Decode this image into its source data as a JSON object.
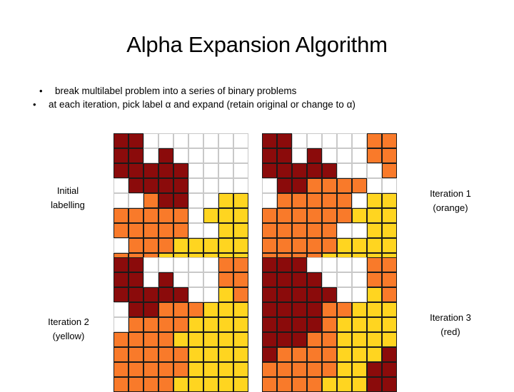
{
  "slide": {
    "title": "Alpha Expansion Algorithm",
    "bullets": [
      {
        "mark": "•",
        "text": "break multilabel problem into a series of binary problems"
      },
      {
        "mark": "•",
        "text": "at each iteration, pick label α and expand (retain original or change to α)"
      }
    ]
  },
  "palette": {
    "white": "#ffffff",
    "red": "#8B0B0B",
    "orange": "#F97A2A",
    "yellow": "#FFD520",
    "grid_line_empty": "#c9c9c9",
    "grid_line_filled": "#1a1a1a"
  },
  "legend": {
    "w": "white",
    "r": "red",
    "o": "orange",
    "y": "yellow"
  },
  "panels": [
    {
      "id": "initial",
      "label_main": "Initial",
      "label_sub": "labelling",
      "label_position": "left",
      "cell_size": 21,
      "cols": 9,
      "rows": 9,
      "cells": [
        [
          "r",
          "r",
          "w",
          "w",
          "w",
          "w",
          "w",
          "w",
          "w"
        ],
        [
          "r",
          "r",
          "w",
          "r",
          "w",
          "w",
          "w",
          "w",
          "w"
        ],
        [
          "r",
          "r",
          "r",
          "r",
          "r",
          "w",
          "w",
          "w",
          "w"
        ],
        [
          "w",
          "r",
          "r",
          "r",
          "r",
          "w",
          "w",
          "w",
          "w"
        ],
        [
          "w",
          "w",
          "o",
          "r",
          "r",
          "w",
          "w",
          "y",
          "y"
        ],
        [
          "o",
          "o",
          "o",
          "o",
          "o",
          "w",
          "y",
          "y",
          "y"
        ],
        [
          "o",
          "o",
          "o",
          "o",
          "o",
          "w",
          "w",
          "y",
          "y"
        ],
        [
          "w",
          "o",
          "o",
          "o",
          "y",
          "y",
          "y",
          "y",
          "y"
        ],
        [
          "o",
          "o",
          "o",
          "y",
          "y",
          "y",
          "y",
          "y",
          "y"
        ]
      ]
    },
    {
      "id": "iteration-1",
      "label_main": "Iteration 1",
      "label_sub": "(orange)",
      "label_position": "right",
      "cell_size": 21,
      "cols": 9,
      "rows": 9,
      "cells": [
        [
          "r",
          "r",
          "w",
          "w",
          "w",
          "w",
          "w",
          "o",
          "o"
        ],
        [
          "r",
          "r",
          "w",
          "r",
          "w",
          "w",
          "w",
          "o",
          "o"
        ],
        [
          "r",
          "r",
          "r",
          "r",
          "r",
          "w",
          "w",
          "w",
          "o"
        ],
        [
          "w",
          "r",
          "r",
          "o",
          "o",
          "o",
          "o",
          "w",
          "w"
        ],
        [
          "w",
          "o",
          "o",
          "o",
          "o",
          "o",
          "w",
          "y",
          "y"
        ],
        [
          "o",
          "o",
          "o",
          "o",
          "o",
          "o",
          "y",
          "y",
          "y"
        ],
        [
          "o",
          "o",
          "o",
          "o",
          "o",
          "w",
          "w",
          "y",
          "y"
        ],
        [
          "o",
          "o",
          "o",
          "o",
          "o",
          "y",
          "y",
          "y",
          "y"
        ],
        [
          "o",
          "o",
          "o",
          "o",
          "y",
          "y",
          "y",
          "y",
          "y"
        ]
      ]
    },
    {
      "id": "iteration-2",
      "label_main": "Iteration 2",
      "label_sub": "(yellow)",
      "label_position": "left",
      "cell_size": 21,
      "cols": 9,
      "rows": 9,
      "cells": [
        [
          "r",
          "r",
          "w",
          "w",
          "w",
          "w",
          "w",
          "o",
          "o"
        ],
        [
          "r",
          "r",
          "w",
          "r",
          "w",
          "w",
          "w",
          "o",
          "o"
        ],
        [
          "r",
          "r",
          "r",
          "r",
          "r",
          "w",
          "w",
          "y",
          "o"
        ],
        [
          "w",
          "r",
          "r",
          "o",
          "o",
          "o",
          "y",
          "y",
          "y"
        ],
        [
          "w",
          "o",
          "o",
          "o",
          "o",
          "y",
          "y",
          "y",
          "y"
        ],
        [
          "o",
          "o",
          "o",
          "o",
          "y",
          "y",
          "y",
          "y",
          "y"
        ],
        [
          "o",
          "o",
          "o",
          "o",
          "o",
          "y",
          "y",
          "y",
          "y"
        ],
        [
          "o",
          "o",
          "o",
          "o",
          "o",
          "y",
          "y",
          "y",
          "y"
        ],
        [
          "o",
          "o",
          "o",
          "o",
          "y",
          "y",
          "y",
          "y",
          "y"
        ]
      ]
    },
    {
      "id": "iteration-3",
      "label_main": "Iteration 3",
      "label_sub": "(red)",
      "label_position": "right",
      "cell_size": 21,
      "cols": 9,
      "rows": 9,
      "cells": [
        [
          "r",
          "r",
          "r",
          "w",
          "w",
          "w",
          "w",
          "o",
          "o"
        ],
        [
          "r",
          "r",
          "r",
          "r",
          "w",
          "w",
          "w",
          "o",
          "o"
        ],
        [
          "r",
          "r",
          "r",
          "r",
          "r",
          "w",
          "w",
          "y",
          "o"
        ],
        [
          "r",
          "r",
          "r",
          "r",
          "o",
          "o",
          "y",
          "y",
          "y"
        ],
        [
          "r",
          "r",
          "r",
          "r",
          "o",
          "y",
          "y",
          "y",
          "y"
        ],
        [
          "r",
          "r",
          "r",
          "o",
          "o",
          "y",
          "y",
          "y",
          "y"
        ],
        [
          "r",
          "o",
          "o",
          "o",
          "o",
          "y",
          "y",
          "y",
          "r"
        ],
        [
          "o",
          "o",
          "o",
          "o",
          "o",
          "y",
          "y",
          "r",
          "r"
        ],
        [
          "o",
          "o",
          "o",
          "o",
          "y",
          "y",
          "y",
          "r",
          "r"
        ]
      ]
    }
  ]
}
